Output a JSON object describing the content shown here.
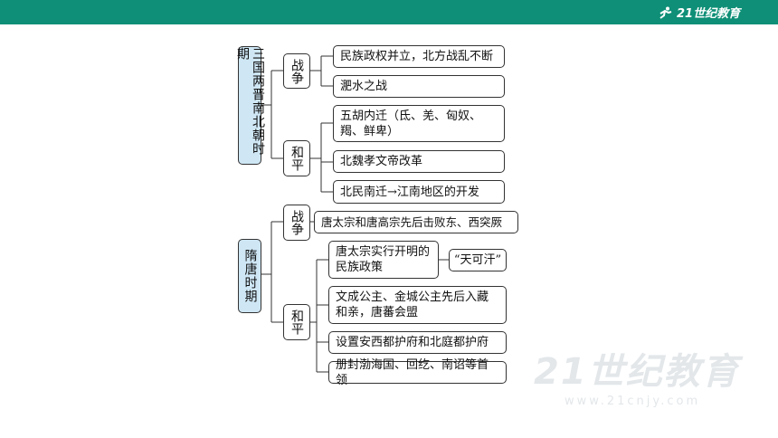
{
  "header": {
    "brand_logo_text": "21世纪教育"
  },
  "eras": [
    {
      "title": "三国两晋南北朝时期",
      "groups": [
        {
          "label": "战争",
          "items": [
            "民族政权并立，北方战乱不断",
            "淝水之战"
          ]
        },
        {
          "label": "和平",
          "items": [
            "五胡内迁（氐、羌、匈奴、羯、鲜卑）",
            "北魏孝文帝改革",
            "北民南迁→江南地区的开发"
          ]
        }
      ]
    },
    {
      "title": "隋唐时期",
      "groups": [
        {
          "label": "战争",
          "items": [
            "唐太宗和唐高宗先后击败东、西突厥"
          ]
        },
        {
          "label": "和平",
          "items": [
            "唐太宗实行开明的民族政策",
            "文成公主、金城公主先后入藏和亲，唐蕃会盟",
            "设置安西都护府和北庭都护府",
            "册封渤海国、回纥、南诏等首领"
          ],
          "extra": "“天可汗”"
        }
      ]
    }
  ],
  "watermark": {
    "logo": "21世纪教育",
    "url": "www.21cnjy.com"
  }
}
